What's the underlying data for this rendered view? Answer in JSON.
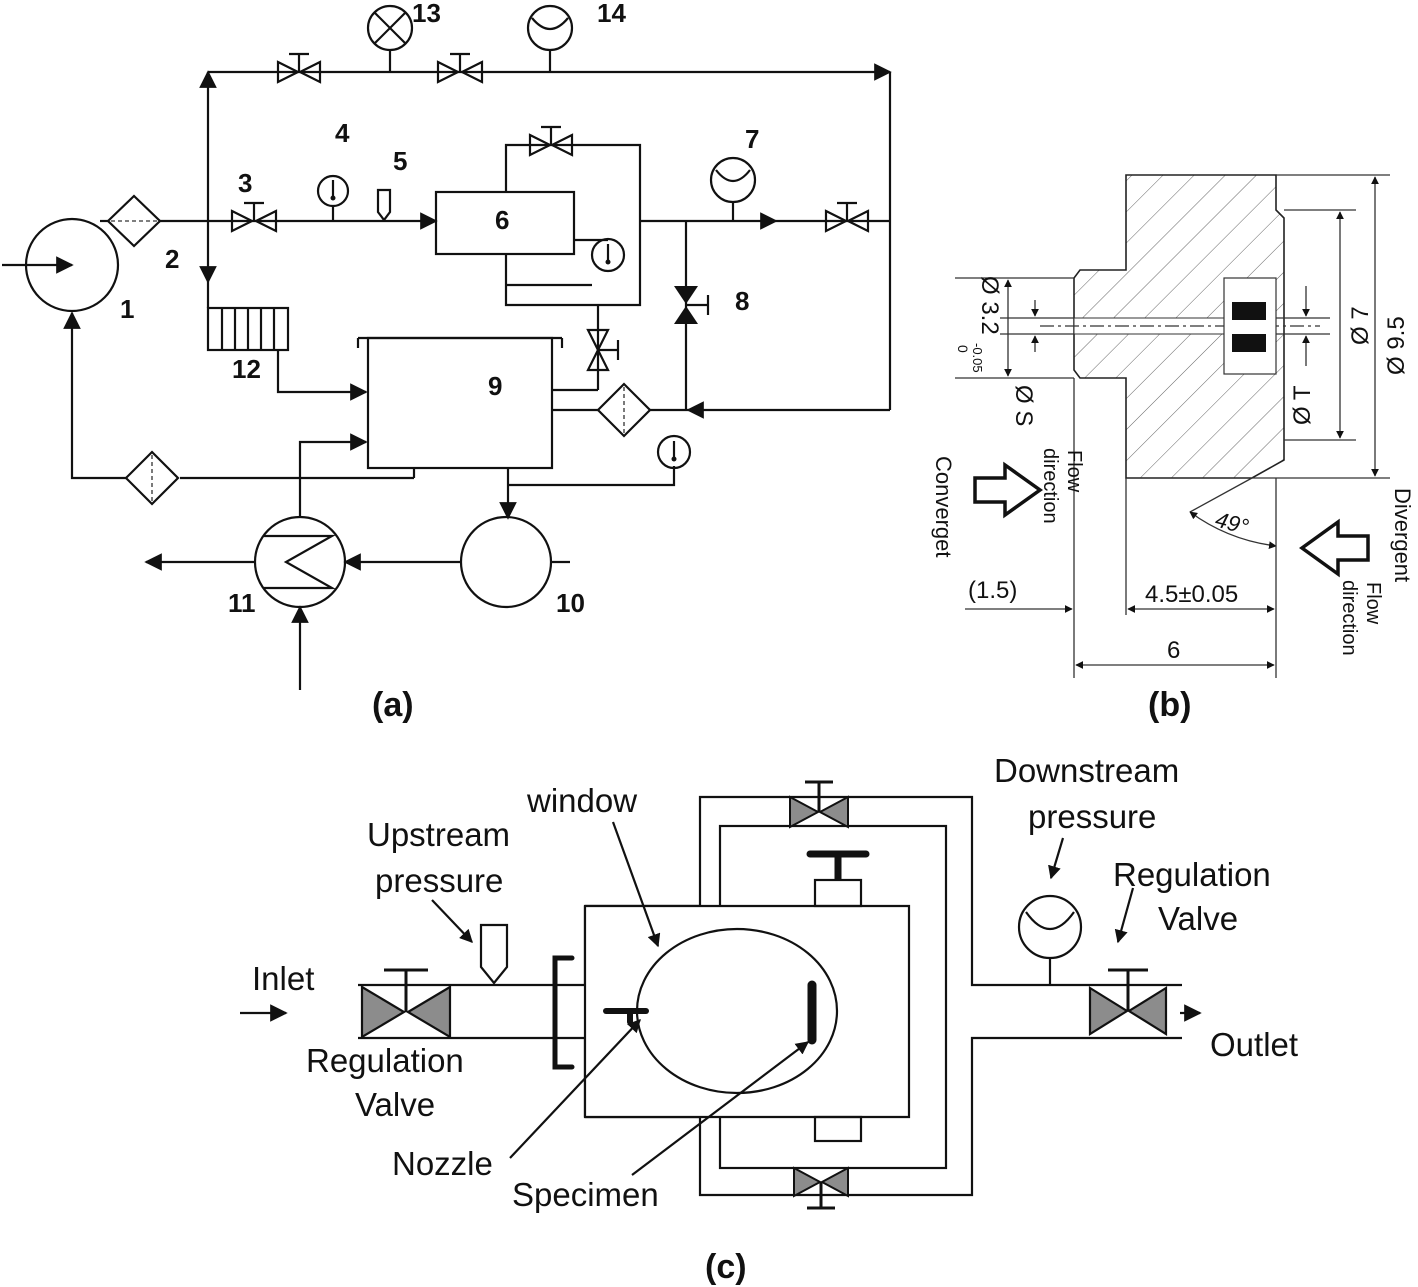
{
  "panels": {
    "a": {
      "caption": "(a)",
      "component_numbers": [
        "1",
        "2",
        "3",
        "4",
        "5",
        "6",
        "7",
        "8",
        "9",
        "10",
        "11",
        "12",
        "13",
        "14"
      ]
    },
    "b": {
      "caption": "(b)",
      "dimensions": {
        "d1": "Ø 3.2",
        "tol_upper": "0",
        "tol_lower": "-0.05",
        "ds": "Ø S",
        "dt": "Ø T",
        "d7": "Ø 7",
        "d95": "Ø 9.5",
        "len15": "(1.5)",
        "len45": "4.5±0.05",
        "len6": "6",
        "angle": "49°"
      },
      "labels": {
        "converget": "Converget",
        "divergent": "Divergent",
        "flow_left_1": "Flow",
        "flow_left_2": "direction",
        "flow_right_1": "Flow",
        "flow_right_2": "direction"
      }
    },
    "c": {
      "caption": "(c)",
      "labels": {
        "window": "window",
        "upstream_1": "Upstream",
        "upstream_2": "pressure",
        "downstream_1": "Downstream",
        "downstream_2": "pressure",
        "reg_right_1": "Regulation",
        "reg_right_2": "Valve",
        "reg_left_1": "Regulation",
        "reg_left_2": "Valve",
        "inlet": "Inlet",
        "outlet": "Outlet",
        "nozzle": "Nozzle",
        "specimen": "Specimen"
      }
    }
  },
  "colors": {
    "line": "#111111",
    "valve_fill": "#8c8c8c",
    "background": "#ffffff"
  }
}
